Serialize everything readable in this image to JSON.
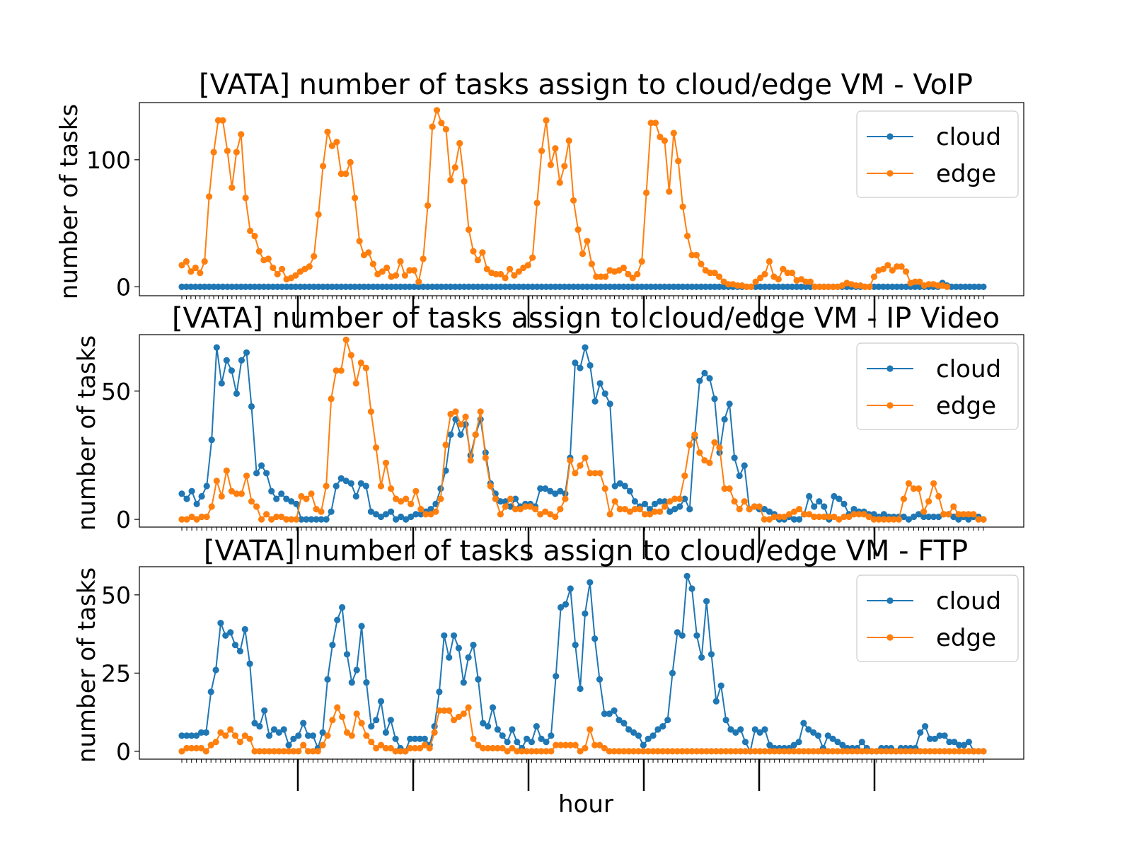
{
  "figure": {
    "xlabel": "hour"
  },
  "colors": {
    "cloud": "#1f77b4",
    "edge": "#ff7f0e"
  },
  "chart_data": [
    {
      "type": "line",
      "title": "[VATA] number of tasks assign to cloud/edge VM - VoIP",
      "xlabel": "hour",
      "ylabel": "number of tasks",
      "ylim": [
        -7,
        145
      ],
      "yticks": [
        0,
        100
      ],
      "legend": "upper right",
      "series": [
        {
          "name": "cloud",
          "values": [
            0,
            0,
            0,
            0,
            0,
            0,
            0,
            0,
            0,
            0,
            0,
            0,
            0,
            0,
            0,
            0,
            0,
            0,
            0,
            0,
            0,
            0,
            0,
            0,
            0,
            0,
            0,
            0,
            0,
            0,
            0,
            0,
            0,
            0,
            0,
            0,
            0,
            0,
            0,
            0,
            0,
            0,
            0,
            0,
            0,
            0,
            0,
            0,
            0,
            0,
            0,
            0,
            0,
            0,
            0,
            0,
            0,
            0,
            0,
            0,
            0,
            0,
            0,
            0,
            0,
            0,
            0,
            0,
            0,
            0,
            0,
            0,
            0,
            0,
            0,
            0,
            0,
            0,
            0,
            0,
            0,
            0,
            0,
            0,
            0,
            0,
            0,
            0,
            0,
            0,
            0,
            0,
            0,
            0,
            0,
            0,
            0,
            0,
            0,
            0,
            0,
            0,
            0,
            0,
            0,
            0,
            0,
            0,
            0,
            0,
            0,
            0,
            0,
            0,
            0,
            0,
            0,
            0,
            0,
            0,
            0,
            0,
            0,
            0,
            0,
            0,
            0,
            0,
            0,
            0,
            0,
            0,
            0,
            0,
            0,
            0,
            0,
            0,
            0,
            0,
            0,
            0,
            0,
            0,
            0,
            0,
            0,
            0,
            0,
            0,
            0,
            0,
            0,
            0,
            0,
            0,
            0,
            0,
            0,
            0,
            0,
            0,
            0,
            0,
            0,
            0,
            0,
            3,
            1,
            0,
            0,
            0,
            0,
            0,
            0,
            0,
            0
          ]
        },
        {
          "name": "edge",
          "values": [
            17,
            20,
            12,
            15,
            11,
            20,
            71,
            106,
            131,
            131,
            107,
            78,
            106,
            120,
            70,
            44,
            40,
            28,
            21,
            22,
            15,
            10,
            14,
            6,
            7,
            9,
            12,
            14,
            16,
            24,
            57,
            95,
            122,
            111,
            114,
            89,
            89,
            98,
            70,
            36,
            25,
            27,
            18,
            10,
            12,
            15,
            8,
            9,
            20,
            9,
            13,
            13,
            4,
            22,
            64,
            126,
            139,
            129,
            124,
            84,
            94,
            113,
            83,
            45,
            28,
            21,
            27,
            14,
            11,
            10,
            10,
            7,
            14,
            9,
            12,
            15,
            17,
            23,
            66,
            107,
            131,
            96,
            109,
            82,
            95,
            115,
            68,
            45,
            26,
            36,
            18,
            8,
            8,
            8,
            13,
            12,
            13,
            15,
            10,
            7,
            10,
            20,
            74,
            129,
            129,
            118,
            115,
            75,
            121,
            99,
            63,
            40,
            25,
            25,
            18,
            13,
            11,
            11,
            8,
            4,
            2,
            2,
            1,
            1,
            0,
            0,
            4,
            7,
            10,
            20,
            8,
            6,
            14,
            11,
            11,
            5,
            6,
            4,
            4,
            0,
            0,
            0,
            0,
            0,
            0,
            1,
            3,
            2,
            1,
            1,
            0,
            0,
            8,
            13,
            14,
            17,
            13,
            16,
            16,
            12,
            3,
            4,
            4,
            1,
            2,
            2,
            1,
            1,
            0
          ]
        }
      ]
    },
    {
      "type": "line",
      "title": "[VATA] number of tasks assign to cloud/edge VM - IP Video",
      "xlabel": "hour",
      "ylabel": "number of tasks",
      "ylim": [
        -3,
        72
      ],
      "yticks": [
        0,
        50
      ],
      "legend": "upper right",
      "series": [
        {
          "name": "cloud",
          "values": [
            10,
            8,
            11,
            6,
            9,
            13,
            31,
            67,
            53,
            62,
            58,
            49,
            62,
            65,
            44,
            18,
            21,
            18,
            11,
            8,
            10,
            8,
            7,
            6,
            0,
            0,
            0,
            0,
            0,
            0,
            3,
            13,
            16,
            15,
            14,
            9,
            14,
            13,
            3,
            2,
            1,
            2,
            3,
            0,
            1,
            0,
            1,
            2,
            2,
            3,
            4,
            6,
            12,
            19,
            33,
            39,
            33,
            37,
            25,
            33,
            39,
            26,
            14,
            10,
            7,
            7,
            5,
            8,
            5,
            6,
            6,
            5,
            12,
            12,
            11,
            10,
            11,
            10,
            24,
            61,
            59,
            67,
            60,
            46,
            53,
            49,
            45,
            13,
            14,
            13,
            11,
            7,
            5,
            6,
            4,
            6,
            7,
            7,
            3,
            4,
            5,
            8,
            4,
            32,
            54,
            57,
            55,
            47,
            26,
            39,
            45,
            24,
            17,
            21,
            4,
            5,
            4,
            4,
            3,
            2,
            0,
            0,
            1,
            0,
            0,
            2,
            9,
            5,
            7,
            5,
            0,
            9,
            8,
            6,
            2,
            4,
            3,
            3,
            2,
            2,
            1,
            2,
            1,
            1,
            1,
            1,
            0,
            1,
            2,
            1,
            1,
            1,
            1,
            2,
            2,
            1,
            0,
            1,
            0,
            1,
            1,
            0
          ]
        },
        {
          "name": "edge",
          "values": [
            0,
            0,
            1,
            0,
            1,
            1,
            5,
            15,
            9,
            19,
            11,
            10,
            10,
            17,
            7,
            5,
            0,
            2,
            0,
            1,
            1,
            0,
            0,
            0,
            9,
            8,
            10,
            4,
            3,
            13,
            47,
            58,
            58,
            70,
            64,
            53,
            61,
            59,
            42,
            28,
            13,
            22,
            12,
            8,
            7,
            8,
            6,
            11,
            4,
            2,
            2,
            3,
            8,
            29,
            41,
            42,
            37,
            40,
            23,
            33,
            42,
            24,
            13,
            8,
            2,
            5,
            8,
            4,
            4,
            5,
            5,
            4,
            2,
            3,
            2,
            1,
            4,
            8,
            23,
            18,
            21,
            24,
            18,
            18,
            18,
            12,
            2,
            7,
            4,
            4,
            3,
            4,
            4,
            2,
            2,
            3,
            3,
            5,
            7,
            8,
            8,
            17,
            29,
            33,
            26,
            23,
            22,
            30,
            28,
            12,
            12,
            7,
            4,
            7,
            4,
            5,
            5,
            0,
            0,
            1,
            1,
            1,
            2,
            3,
            4,
            2,
            2,
            1,
            1,
            1,
            1,
            1,
            0,
            1,
            1,
            2,
            2,
            2,
            1,
            0,
            0,
            0,
            0,
            0,
            0,
            8,
            14,
            12,
            12,
            3,
            7,
            14,
            9,
            2,
            2,
            5,
            2,
            2,
            2,
            2,
            0,
            0
          ]
        }
      ]
    },
    {
      "type": "line",
      "title": "[VATA] number of tasks assign to cloud/edge VM - FTP",
      "xlabel": "hour",
      "ylabel": "number of tasks",
      "ylim": [
        -2.5,
        59
      ],
      "yticks": [
        0,
        25,
        50
      ],
      "legend": "upper right",
      "series": [
        {
          "name": "cloud",
          "values": [
            5,
            5,
            5,
            5,
            6,
            6,
            19,
            26,
            41,
            37,
            38,
            34,
            32,
            39,
            28,
            9,
            8,
            13,
            5,
            7,
            6,
            7,
            2,
            4,
            5,
            9,
            5,
            5,
            1,
            6,
            23,
            34,
            42,
            46,
            31,
            22,
            26,
            40,
            22,
            8,
            10,
            16,
            6,
            10,
            4,
            1,
            0,
            4,
            4,
            4,
            4,
            2,
            8,
            19,
            37,
            30,
            37,
            33,
            22,
            30,
            34,
            23,
            9,
            8,
            14,
            7,
            5,
            3,
            7,
            3,
            1,
            4,
            3,
            8,
            4,
            3,
            5,
            24,
            46,
            47,
            52,
            34,
            20,
            44,
            54,
            36,
            23,
            12,
            12,
            13,
            10,
            9,
            7,
            6,
            5,
            2,
            4,
            5,
            7,
            8,
            10,
            25,
            38,
            37,
            56,
            52,
            37,
            30,
            48,
            31,
            16,
            21,
            10,
            7,
            6,
            7,
            3,
            0,
            7,
            6,
            7,
            2,
            1,
            1,
            1,
            1,
            2,
            3,
            9,
            7,
            6,
            5,
            1,
            5,
            4,
            3,
            2,
            1,
            1,
            1,
            3,
            1,
            0,
            0,
            1,
            1,
            1,
            0,
            1,
            1,
            1,
            1,
            6,
            8,
            4,
            4,
            5,
            5,
            3,
            3,
            2,
            2,
            3,
            0,
            0,
            0
          ]
        },
        {
          "name": "edge",
          "values": [
            0,
            1,
            1,
            1,
            1,
            0,
            2,
            3,
            6,
            5,
            7,
            5,
            3,
            5,
            4,
            0,
            0,
            0,
            0,
            0,
            0,
            0,
            0,
            0,
            0,
            2,
            0,
            0,
            0,
            2,
            5,
            10,
            14,
            11,
            6,
            5,
            12,
            9,
            5,
            3,
            1,
            2,
            1,
            1,
            0,
            0,
            0,
            1,
            1,
            1,
            2,
            1,
            6,
            13,
            13,
            13,
            10,
            11,
            12,
            14,
            4,
            2,
            1,
            1,
            1,
            1,
            1,
            0,
            1,
            0,
            0,
            0,
            0,
            0,
            0,
            0,
            0,
            2,
            2,
            2,
            2,
            2,
            0,
            1,
            7,
            2,
            2,
            1,
            0,
            0,
            0,
            0,
            0,
            0,
            0,
            0,
            0,
            0,
            0,
            0,
            0,
            0,
            0,
            0,
            0,
            0,
            0,
            0,
            0,
            0,
            0,
            0,
            0,
            0,
            0,
            0,
            0,
            0,
            0,
            0,
            0,
            0,
            0,
            0,
            0,
            0,
            0,
            0,
            0,
            0,
            0,
            0,
            0,
            0,
            0,
            0,
            0,
            0,
            0,
            0,
            0,
            0,
            0,
            0,
            0,
            0,
            0,
            0,
            0,
            0,
            0,
            0,
            0,
            0,
            0,
            0,
            0,
            0,
            0,
            0,
            0,
            0,
            0,
            0,
            0,
            0
          ]
        }
      ]
    }
  ]
}
